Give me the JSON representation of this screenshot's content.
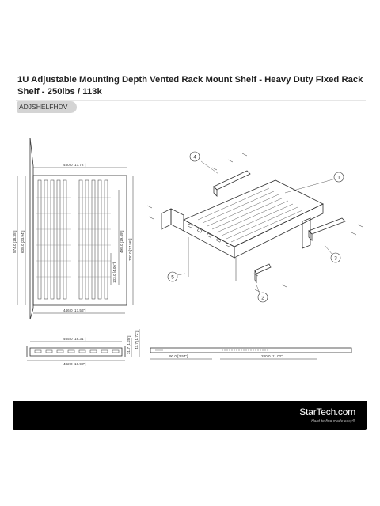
{
  "product": {
    "title": "1U Adjustable Mounting Depth Vented Rack Mount Shelf - Heavy Duty Fixed Rack Shelf - 250lbs / 113k",
    "sku": "ADJSHELFHDV"
  },
  "drawing": {
    "front_dims": {
      "top_width": "450.0 [17.72\"]",
      "bottom_width": "446.0 [17.56\"]",
      "outer_height": "574.0 [18.35\"]",
      "inner_height": "608.0 [23.94\"]",
      "slot_height": "495.0 [19.49\"]",
      "inner_width": "700.0 [27.56\"]",
      "slot_gap": "103.0 [4.06\"]"
    },
    "side_dims": {
      "inner": "465.0 [18.31\"]",
      "outer": "482.0 [18.98\"]",
      "height": "31.7 [1.25\"]",
      "rail_height": "43.7 [1.72\"]"
    },
    "rail_dims": {
      "left": "90.0 [3.54\"]",
      "right": "280.0 [11.02\"]"
    },
    "callouts": [
      "1",
      "2",
      "3",
      "4",
      "5"
    ]
  },
  "footer": {
    "brand": "StarTech",
    "brand_suffix": "com",
    "tagline": "Hard-to-find made easy®"
  }
}
